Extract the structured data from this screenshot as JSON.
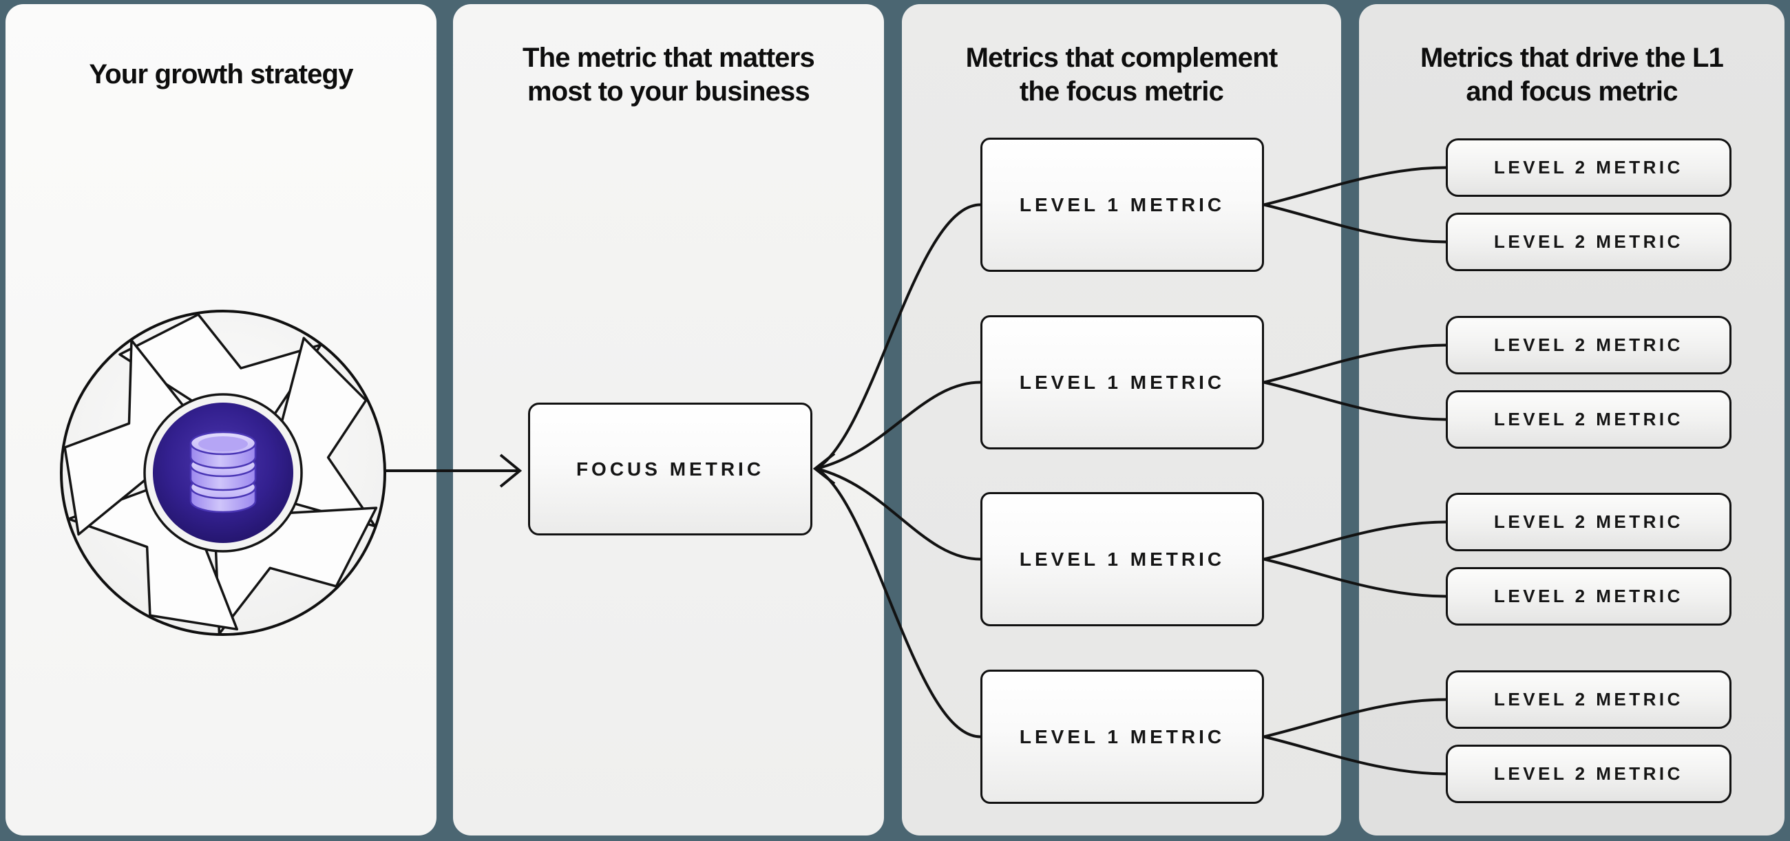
{
  "columns": [
    {
      "header_lines": [
        "Your growth strategy",
        ""
      ]
    },
    {
      "header_lines": [
        "The metric that matters",
        "most to your business"
      ]
    },
    {
      "header_lines": [
        "Metrics that complement",
        "the focus metric"
      ]
    },
    {
      "header_lines": [
        "Metrics that drive the L1",
        "and focus metric"
      ]
    }
  ],
  "nodes": {
    "focus": {
      "label": "FOCUS METRIC"
    },
    "level1": [
      {
        "label": "LEVEL 1 METRIC"
      },
      {
        "label": "LEVEL 1 METRIC"
      },
      {
        "label": "LEVEL 1 METRIC"
      },
      {
        "label": "LEVEL 1 METRIC"
      }
    ],
    "level2": [
      {
        "label": "LEVEL 2 METRIC"
      },
      {
        "label": "LEVEL 2 METRIC"
      },
      {
        "label": "LEVEL 2 METRIC"
      },
      {
        "label": "LEVEL 2 METRIC"
      },
      {
        "label": "LEVEL 2 METRIC"
      },
      {
        "label": "LEVEL 2 METRIC"
      },
      {
        "label": "LEVEL 2 METRIC"
      },
      {
        "label": "LEVEL 2 METRIC"
      }
    ]
  },
  "icons": {
    "flywheel": "flywheel-icon",
    "database": "database-icon",
    "arrow": "arrow-right-icon"
  },
  "colors": {
    "background_teal": "#4b6672",
    "panel_1": "#f8f8f7",
    "panel_2": "#f2f2f1",
    "panel_3": "#e9e9e8",
    "panel_4": "#e2e2e1",
    "box_border": "#111111",
    "connector_line": "#121212",
    "hub_purple_dark": "#1f1263",
    "hub_purple": "#32208a",
    "database_lavender": "#b3a2f4",
    "database_outline": "#4a36b5"
  }
}
